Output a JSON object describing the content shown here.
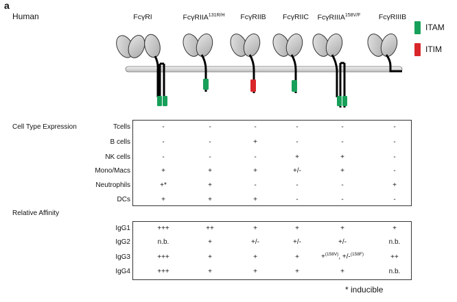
{
  "panel_label": "a",
  "species": "Human",
  "receptors": [
    "FcγRI",
    "FcγRIIA",
    "FcγRIIB",
    "FcγRIIC",
    "FcγRIIIA",
    "FcγRIIIB"
  ],
  "receptor_superscripts": {
    "FcγRIIA": "131R/H",
    "FcγRIIIA": "158V/F"
  },
  "legend": {
    "itam_label": "ITAM",
    "itim_label": "ITIM",
    "itam_color": "#17a05a",
    "itim_color": "#d9262b"
  },
  "cell_type_section": {
    "title": "Cell Type Expression",
    "rows": [
      {
        "label": "Tcells",
        "values": [
          "-",
          "-",
          "-",
          "-",
          "-",
          "-"
        ]
      },
      {
        "label": "B cells",
        "values": [
          "-",
          "-",
          "+",
          "-",
          "-",
          "-"
        ]
      },
      {
        "label": "NK cells",
        "values": [
          "-",
          "-",
          "-",
          "+",
          "+",
          "-"
        ]
      },
      {
        "label": "Mono/Macs",
        "values": [
          "+",
          "+",
          "+",
          "+/-",
          "+",
          "-"
        ]
      },
      {
        "label": "Neutrophils",
        "values": [
          "+*",
          "+",
          "-",
          "-",
          "-",
          "+"
        ]
      },
      {
        "label": "DCs",
        "values": [
          "+",
          "+",
          "+",
          "-",
          "-",
          "-"
        ]
      }
    ]
  },
  "affinity_section": {
    "title": "Relative Affinity",
    "rows": [
      {
        "label": "IgG1",
        "values": [
          "+++",
          "++",
          "+",
          "+",
          "+",
          "+"
        ]
      },
      {
        "label": "IgG2",
        "values": [
          "n.b.",
          "+",
          "+/-",
          "+/-",
          "+/-",
          "n.b."
        ]
      },
      {
        "label": "IgG3",
        "values": [
          "+++",
          "+",
          "+",
          "+",
          "",
          "++"
        ]
      },
      {
        "label": "IgG4",
        "values": [
          "+++",
          "+",
          "+",
          "+",
          "+",
          "n.b."
        ]
      }
    ],
    "igg3_fcgriiia_parts": {
      "a": "+",
      "a_sup": "(158V)",
      "sep": ", +/-",
      "b_sup": "(158F)"
    }
  },
  "footnote": "* inducible"
}
